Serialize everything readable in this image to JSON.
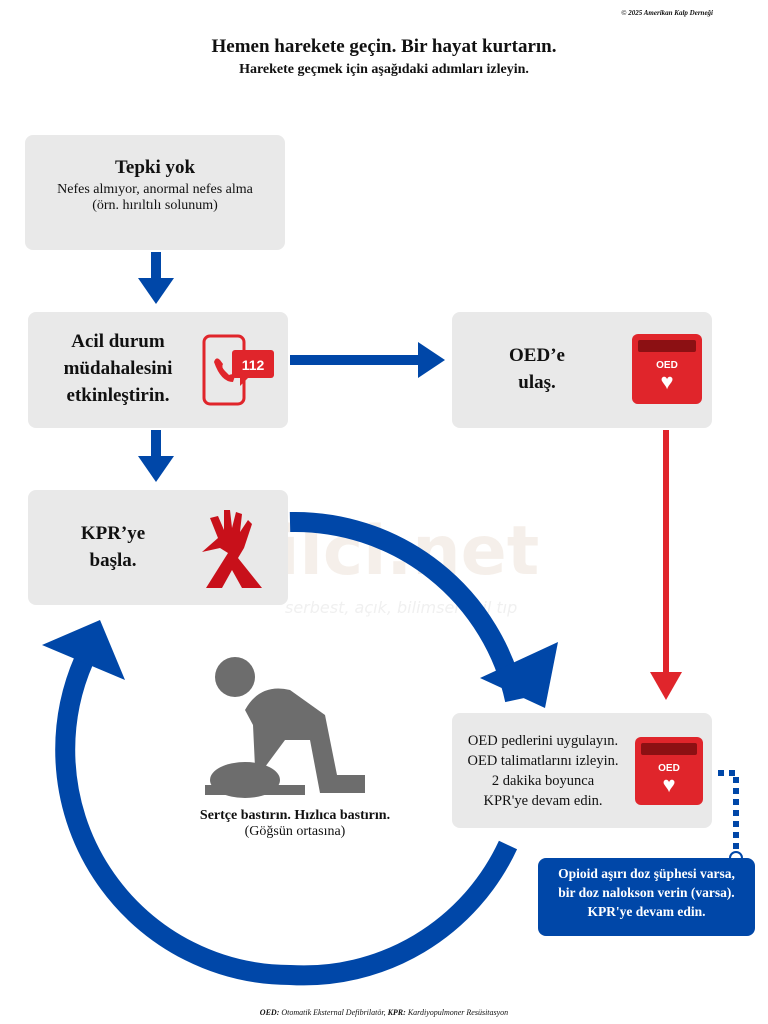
{
  "copyright": "© 2025 Amerikan Kalp Derneği",
  "title": "Hemen harekete geçin. Bir hayat kurtarın.",
  "subtitle": "Harekete geçmek için aşağıdaki adımları izleyin.",
  "watermark": {
    "name": "acilci.net",
    "tagline": "serbest, açık, bilimsel acil tıp"
  },
  "steps": {
    "no_response": {
      "title": "Tepki yok",
      "line1": "Nefes almıyor, anormal nefes alma",
      "line2": "(örn. hırıltılı solunum)"
    },
    "activate": {
      "line1": "Acil durum",
      "line2": "müdahalesini",
      "line3": "etkinleştirin.",
      "badge": "112"
    },
    "aed": {
      "line1": "OED’e",
      "line2": "ulaş.",
      "device_label": "OED"
    },
    "cpr": {
      "line1": "KPR’ye",
      "line2": "başla."
    },
    "apply": {
      "line1": "OED pedlerini uygulayın.",
      "line2": "OED talimatlarını izleyin.",
      "line3": "2 dakika boyunca",
      "line4": "KPR'ye devam edin.",
      "device_label": "OED"
    },
    "opioid": {
      "line1": "Opioid aşırı doz şüphesi varsa,",
      "line2": "bir doz nalokson verin (varsa).",
      "line3": "KPR'ye devam edin."
    }
  },
  "compress": {
    "line1": "Sertçe bastırın. Hızlıca bastırın.",
    "line2": "(Göğsün ortasına)"
  },
  "footer": {
    "abbr1": "OED:",
    "def1": " Otomatik Eksternal Defibrilatör, ",
    "abbr2": "KPR:",
    "def2": " Kardiyopulmoner Resüsitasyon"
  },
  "colors": {
    "blue": "#0047a8",
    "red": "#e0252b",
    "box": "#e9e9e9"
  }
}
